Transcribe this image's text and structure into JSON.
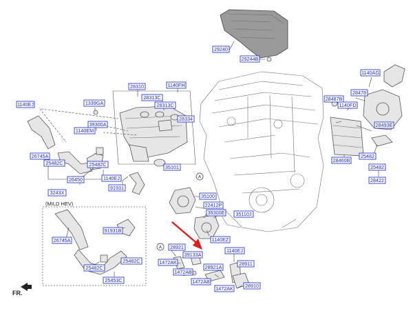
{
  "diagram": {
    "fr_label": "FR.",
    "mild_hev_label": "(MILD HEV)",
    "ref_circle": "A",
    "arrow_color": "#e01b1b",
    "label_color": "#1f2bb5",
    "labels": [
      "29240",
      "29244B",
      "28310",
      "1140FH",
      "28313C",
      "28313C",
      "28334",
      "1339GA",
      "1140EJ",
      "39300A",
      "1140EM",
      "26745A",
      "25482C",
      "25482C",
      "26450",
      "3243X",
      "1140EJ",
      "91931",
      "35101",
      "35100",
      "22412P",
      "39300E",
      "35110J",
      "1140EZ",
      "28921",
      "39133A",
      "1472AK",
      "1472AB",
      "1472AB",
      "28921A",
      "1140EJ",
      "28911",
      "1472AK",
      "28910",
      "26745A",
      "91931B",
      "25482C",
      "25482C",
      "25453C",
      "1140AG",
      "28478",
      "28487B",
      "1140FD",
      "28493E",
      "28460B",
      "25482",
      "25482",
      "28422"
    ]
  }
}
